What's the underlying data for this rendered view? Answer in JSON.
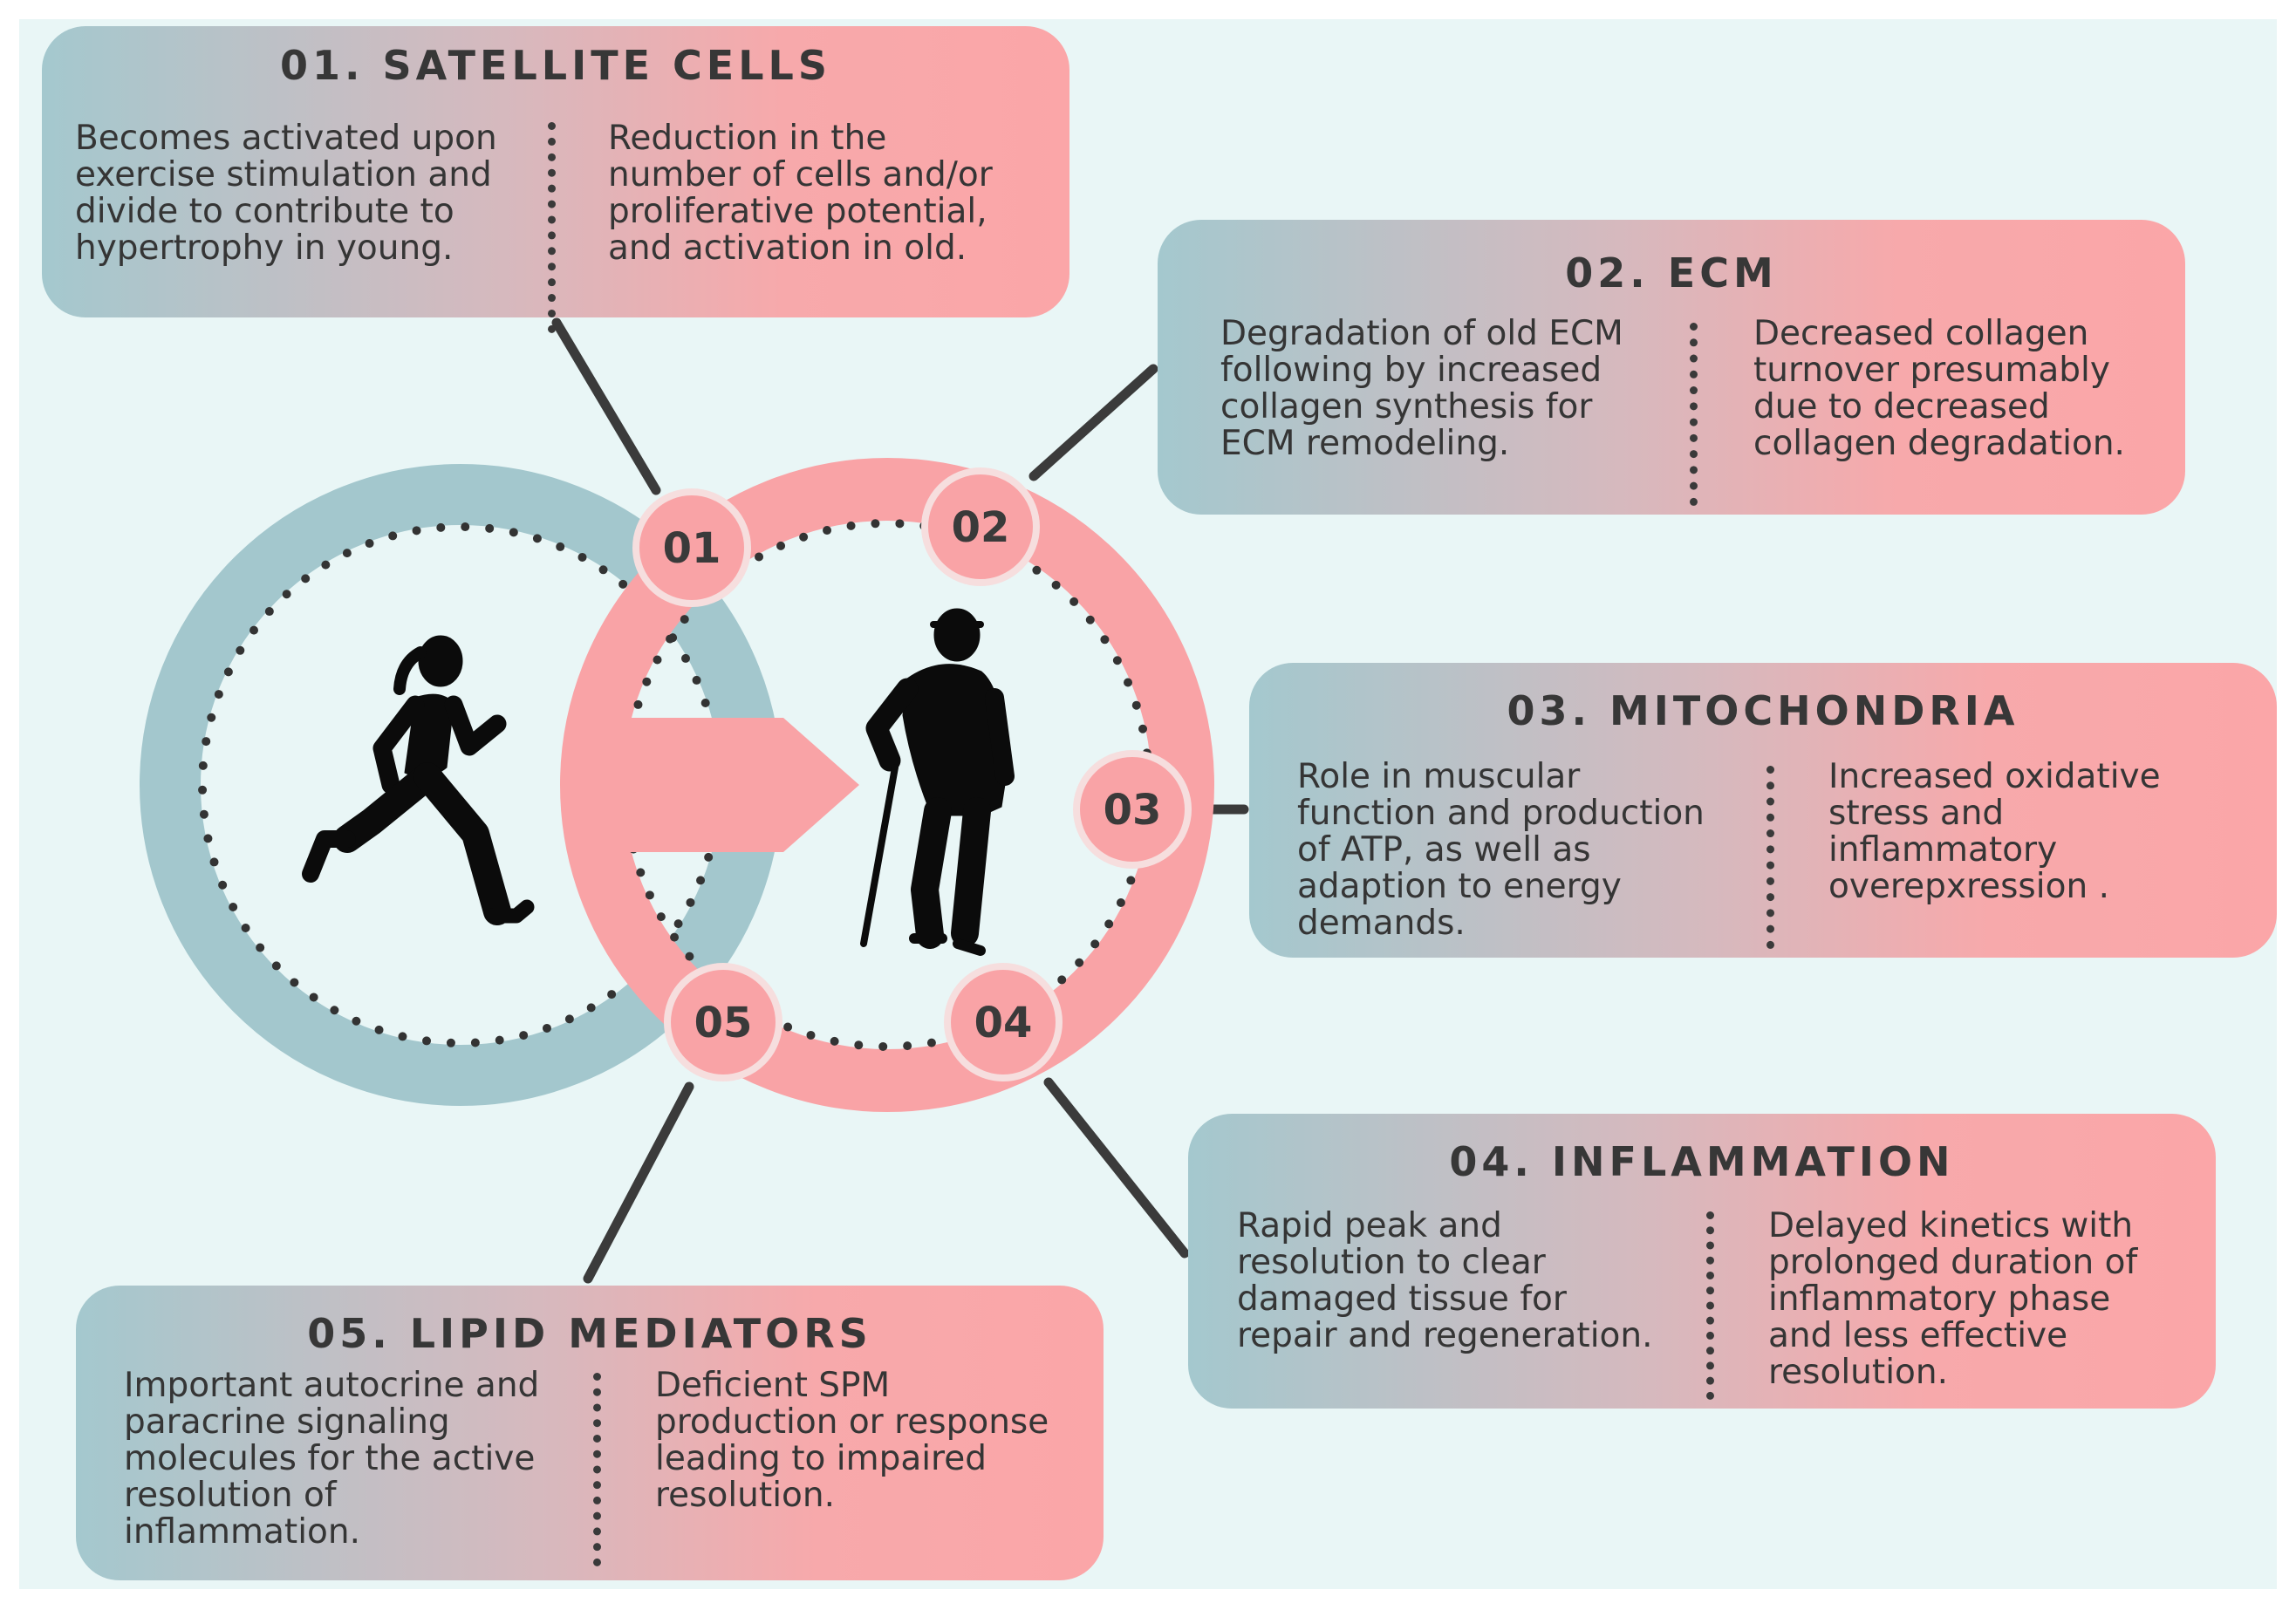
{
  "colors": {
    "teal": "#a3c7cd",
    "pink": "#f9a3a6",
    "background": "#e9f6f6",
    "connector": "#3b3b3b",
    "text": "#353535"
  },
  "hub_labels": [
    "01",
    "02",
    "03",
    "04",
    "05"
  ],
  "panels": [
    {
      "number": "01",
      "title": "01. SATELLITE CELLS",
      "young": "Becomes activated upon\nexercise stimulation and\ndivide to contribute to\nhypertrophy in young.",
      "old": "Reduction in the\nnumber of cells and/or\nproliferative potential,\nand activation in old."
    },
    {
      "number": "02",
      "title": "02. ECM",
      "young": "Degradation of old ECM\nfollowing by increased\ncollagen synthesis for\nECM remodeling.",
      "old": "Decreased collagen\nturnover presumably\ndue to decreased\ncollagen degradation."
    },
    {
      "number": "03",
      "title": "03. MITOCHONDRIA",
      "young": "Role in muscular\nfunction and production\nof ATP, as well as\nadaption to energy\ndemands.",
      "old": "Increased oxidative\nstress and\ninflammatory\noverepxression ."
    },
    {
      "number": "04",
      "title": "04. INFLAMMATION",
      "young": "Rapid peak and\nresolution to clear\ndamaged tissue for\nrepair and  regeneration.",
      "old": "Delayed kinetics with\nprolonged duration of\ninflammatory phase\nand less effective\nresolution."
    },
    {
      "number": "05",
      "title": "05. LIPID MEDIATORS",
      "young": "Important autocrine and\nparacrine signaling\nmolecules for the active\nresolution of\ninflammation.",
      "old": "Deficient SPM\nproduction or response\nleading to impaired\nresolution."
    }
  ],
  "figures": {
    "young": "runner-silhouette",
    "old": "elderly-person-with-cane-silhouette"
  }
}
